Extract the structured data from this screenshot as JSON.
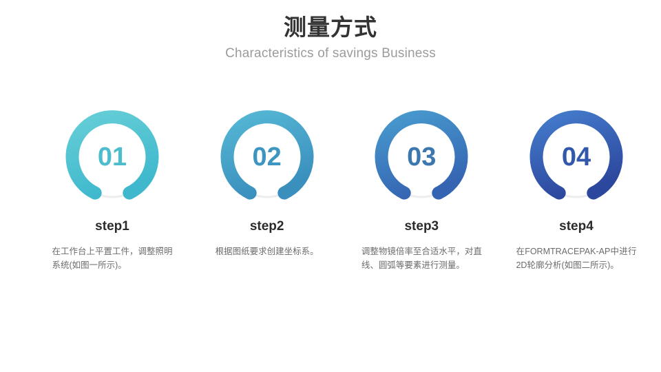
{
  "header": {
    "title": "测量方式",
    "subtitle": "Characteristics of savings Business"
  },
  "colors": {
    "title": "#333333",
    "subtitle": "#9b9b9b",
    "label": "#2b2b2b",
    "description": "#6b6b6b",
    "track": "#ededed",
    "background": "#ffffff"
  },
  "steps": [
    {
      "number": "01",
      "label": "step1",
      "description": "在工作台上平置工件，调整照明系统(如图一所示)。",
      "ring_color_start": "#63cdd6",
      "ring_color_end": "#3fb8cd",
      "number_color": "#4dbccc"
    },
    {
      "number": "02",
      "label": "step2",
      "description": "根据图纸要求创建坐标系。",
      "ring_color_start": "#54b5d3",
      "ring_color_end": "#3a8fbd",
      "number_color": "#3e96c0"
    },
    {
      "number": "03",
      "label": "step3",
      "description": "调整物镜倍率至合适水平，对直线、圆弧等要素进行测量。",
      "ring_color_start": "#4798cd",
      "ring_color_end": "#3565b2",
      "number_color": "#3d77af"
    },
    {
      "number": "04",
      "label": "step4",
      "description": "在FORMTRACEPAK-AP中进行2D轮廓分析(如图二所示)。",
      "ring_color_start": "#4379c9",
      "ring_color_end": "#2c479e",
      "number_color": "#3258ab"
    }
  ]
}
